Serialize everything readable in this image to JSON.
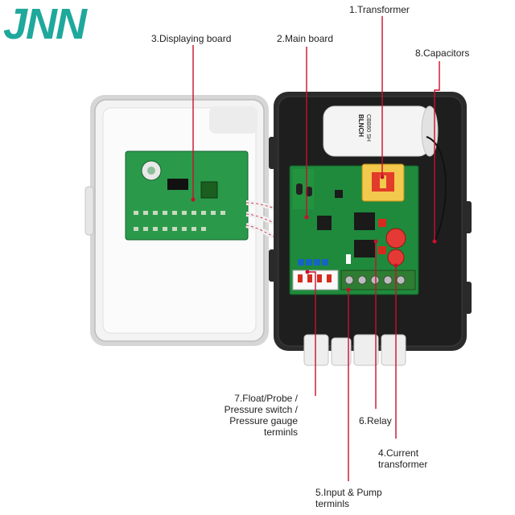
{
  "brand": {
    "logo_text": "JNN",
    "color": "#1fa89c"
  },
  "labels": {
    "transformer": "1.Transformer",
    "main_board": "2.Main board",
    "displaying_board": "3.Displaying board",
    "capacitors": "8.Capacitors",
    "float_probe": [
      "7.Float/Probe /",
      "Pressure switch /",
      "Pressure gauge",
      "terminls"
    ],
    "relay": "6.Relay",
    "current_transformer": [
      "4.Current",
      "transformer"
    ],
    "input_pump": [
      "5.Input & Pump",
      "terminls"
    ]
  },
  "capacitor_print": {
    "brand": "BLNCH",
    "model": "CBB60 SH"
  },
  "colors": {
    "leader": "#c8102e",
    "lid": "#f2f2f2",
    "box": "#1e1e1e",
    "pcb": "#1f8a3c",
    "terminal": "#2e7d32",
    "relay_blue": "#1565c0"
  }
}
